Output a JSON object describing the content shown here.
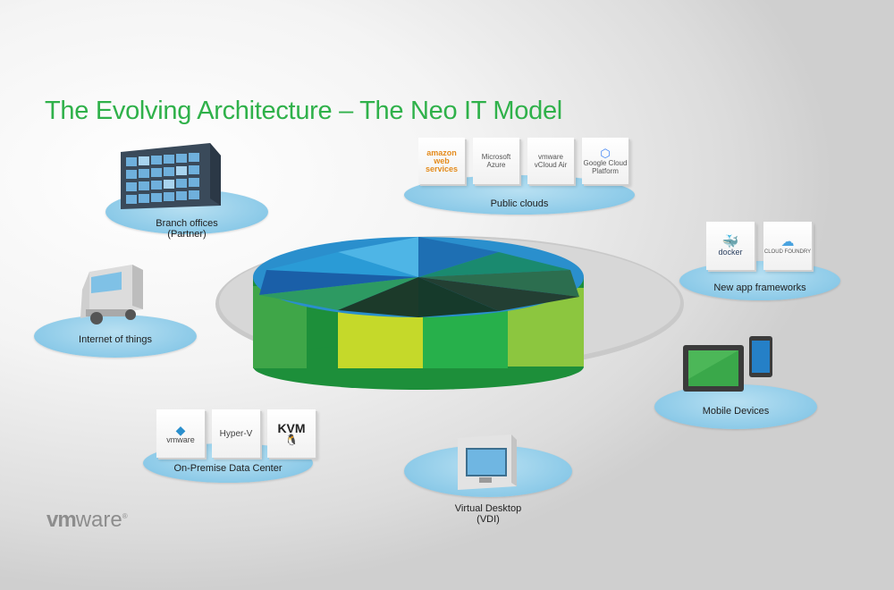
{
  "title": "The Evolving Architecture – The Neo IT Model",
  "nodes": {
    "branch": {
      "label_1": "Branch offices",
      "label_2": "(Partner)"
    },
    "iot": {
      "label": "Internet of things"
    },
    "public_clouds": {
      "label": "Public clouds",
      "tiles": [
        "amazon web services",
        "Microsoft Azure",
        "vmware vCloud Air",
        "Google Cloud Platform"
      ]
    },
    "app_frameworks": {
      "label": "New app frameworks",
      "tiles": [
        "docker",
        "CLOUD FOUNDRY"
      ]
    },
    "mobile": {
      "label": "Mobile Devices"
    },
    "vdi": {
      "label_1": "Virtual Desktop",
      "label_2": "(VDI)"
    },
    "onprem": {
      "label": "On-Premise Data Center",
      "tiles": [
        "vmware",
        "Hyper-V",
        "KVM"
      ]
    }
  },
  "logo": {
    "vm": "vm",
    "ware": "ware"
  },
  "colors": {
    "title": "#2fb14a",
    "disk": "#8ccae8"
  }
}
